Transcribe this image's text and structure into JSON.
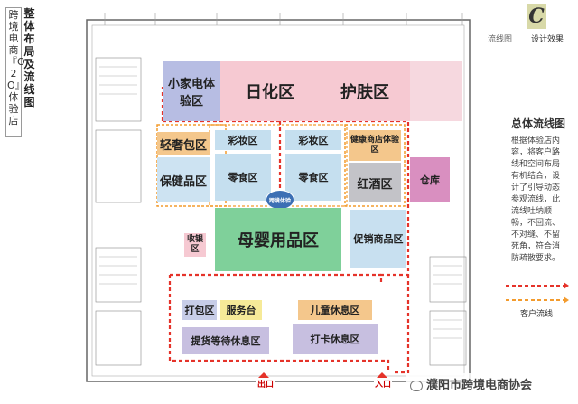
{
  "sidebar": {
    "title": "跨境电商『O2O』体验店"
  },
  "header": {
    "title": "整体布局及流线图",
    "tab_label": "流线图",
    "brand_letter": "C",
    "section_name": "设计效果"
  },
  "plan": {
    "zones": {
      "appliance": "小家电体验区",
      "daily": "日化区",
      "care": "护肤区",
      "makeup_a": "彩妆区",
      "makeup_b": "彩妆区",
      "snack_a": "零食区",
      "snack_b": "零食区",
      "luxury": "轻奢包区",
      "health": "保健品区",
      "healthcare_exp": "健康商店体验区",
      "wine": "红酒区",
      "warehouse": "仓库",
      "baby": "母婴用品区",
      "promo": "促销商品区",
      "small_left": "收银区",
      "pack": "打包区",
      "service": "服务台",
      "kids": "儿童休息区",
      "pickup": "提货等待休息区",
      "checkin": "打卡休息区",
      "center_logo": "跨境体验"
    },
    "exit_label": "出口",
    "entrance_label": "入口"
  },
  "legend": {
    "flow_title": "总体流线图",
    "flow_description": "根据体验店内容，将客户路线和空间布局有机结合，设计了引导动态参观流线，此流线吐纳顺畅，不回流、不对缝、不留死角，符合消防疏散要求。",
    "customer_flow_label": "客户流线"
  },
  "watermark": {
    "text": "濮阳市跨境电商协会"
  },
  "colors": {
    "appliance": "#b7bde3",
    "daily": "#f6c9d2",
    "makeup": "#c5dfef",
    "luxury": "#f4c78c",
    "health": "#cde3f2",
    "baby": "#7fd09a",
    "wine": "#c3c3c8",
    "warehouse": "#d98fc0",
    "promo": "#c8e0f0",
    "pack": "#c7cde8",
    "service": "#f6ea98",
    "kids": "#f4c78c",
    "pickup": "#c7bfe0",
    "checkin": "#c7bfe0",
    "flow": "#e5332a",
    "flow_orange": "#f39b2d"
  }
}
